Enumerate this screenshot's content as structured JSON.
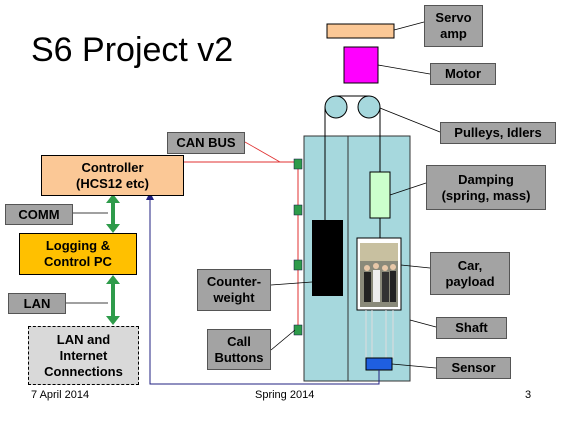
{
  "slide": {
    "title": "S6 Project v2",
    "footer_date": "7 April 2014",
    "footer_center": "Spring 2014",
    "page_number": "3"
  },
  "left_stack": {
    "controller": "Controller\n(HCS12 etc)",
    "comm": "COMM",
    "logging_pc": "Logging &\nControl PC",
    "lan": "LAN",
    "lan_internet": "LAN and\nInternet\nConnections"
  },
  "labels": {
    "can_bus": "CAN BUS",
    "servo_amp": "Servo\namp",
    "motor": "Motor",
    "pulleys": "Pulleys, Idlers",
    "damping": "Damping\n(spring, mass)",
    "car_payload": "Car,\npayload",
    "shaft": "Shaft",
    "sensor": "Sensor",
    "counterweight": "Counter-\nweight",
    "call_buttons": "Call\nButtons"
  },
  "colors": {
    "servo_amp": "#fbc896",
    "motor": "#ff00ff",
    "shaft": "#a6d8dd",
    "damping": "#ccffcc",
    "counterweight": "#000000",
    "call_button": "#2e9b4a",
    "sensor": "#1f5fe0",
    "can_bus_line": "#e03030",
    "feedback_line": "#202080",
    "link_arrow": "#2e9b4a"
  }
}
